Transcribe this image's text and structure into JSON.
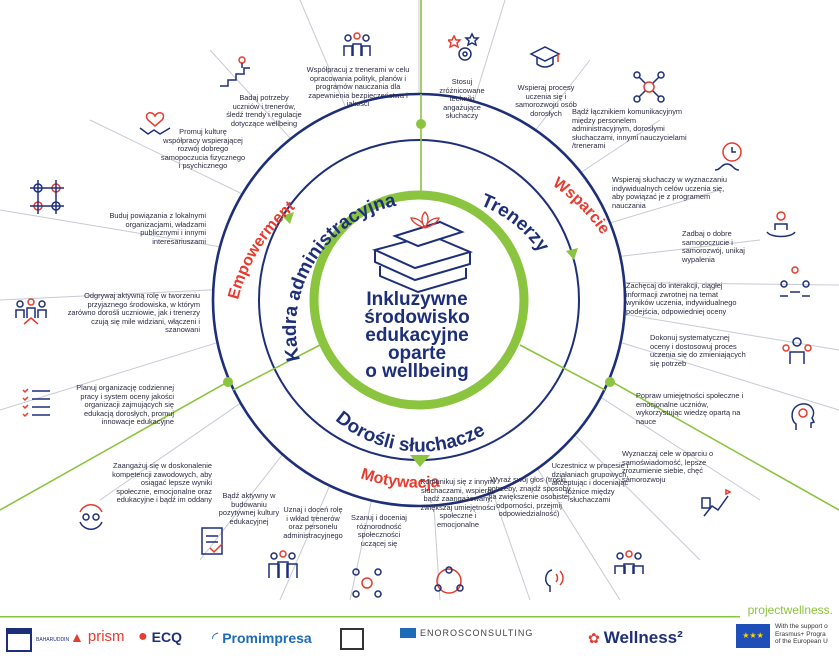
{
  "center": {
    "lines": [
      "Inkluzywne",
      "środowisko",
      "edukacyjne",
      "oparte",
      "o wellbeing"
    ]
  },
  "ring_inner": {
    "kadra": "Kadra administracyjna",
    "trenerzy": "Trenerzy",
    "dorosli": "Dorośli słuchacze"
  },
  "ring_outer": {
    "empowerment": "Empowerment",
    "wsparcie": "Wsparcie",
    "motywacja": "Motywacja"
  },
  "segments": [
    {
      "id": "s1",
      "text": "Współpracuj z trenerami w celu opracowania polityk, planów i programów nauczania dla zapewnienia bezpieczeństwa i jakości",
      "icon": "people-chart-icon"
    },
    {
      "id": "s2",
      "text": "Stosuj zróżnicowane techniki angażujące słuchaczy",
      "icon": "stars-gear-icon"
    },
    {
      "id": "s3",
      "text": "Wspieraj procesy uczenia się i samorozwoju osób dorosłych",
      "icon": "graduation-cap-icon"
    },
    {
      "id": "s4",
      "text": "Bądź łącznikiem komunikacyjnym między personelem administracyjnym, dorosłymi słuchaczami, innymi nauczycielami /trenerami",
      "icon": "network-gear-icon"
    },
    {
      "id": "s5",
      "text": "Wspieraj słuchaczy w wyznaczaniu indywidualnych celów uczenia się, aby powiązać je z programem nauczania",
      "icon": "clock-path-icon"
    },
    {
      "id": "s6",
      "text": "Zadbaj o dobre samopoczucie i samorozwój, unikaj wypalenia",
      "icon": "person-care-icon"
    },
    {
      "id": "s7",
      "text": "Zachęcaj do interakcji, ciągłej informacji zwrotnej na temat wyników uczenia, indywidualnego podejścia, odpowiedniej oceny",
      "icon": "interaction-people-icon"
    },
    {
      "id": "s8",
      "text": "Dokonuj systematycznej oceny i dostosowuj proces uczenia się do zmieniających się potrzeb",
      "icon": "assessment-people-icon"
    },
    {
      "id": "s9",
      "text": "Popraw umiejętności społeczne i emocjonalne uczniów, wykorzystując wiedzę opartą na nauce",
      "icon": "head-brain-icon"
    },
    {
      "id": "s10",
      "text": "Wyznaczaj cele w oparciu o samoświadomość, lepsze zrozumienie siebie, chęć samorozwoju",
      "icon": "goal-climb-icon"
    },
    {
      "id": "s11",
      "text": "Uczestnicz w procesie i działaniach grupowych, akceptując i doceniając różnice między słuchaczami",
      "icon": "group-activity-icon"
    },
    {
      "id": "s12",
      "text": "Wyraź swój głos (troski, potrzeby, znajdź sposoby na zwiększenie osobistej odporności, przejmij odpowiedzialność)",
      "icon": "voice-icon"
    },
    {
      "id": "s13",
      "text": "Komunikuj się z innymi słuchaczami, wspieraj, bądź zaangażowany, zwiększaj umiejętności społeczne i emocjonalne",
      "icon": "communication-circle-icon"
    },
    {
      "id": "s14",
      "text": "Szanuj i doceniaj różnorodność społeczności uczącej się",
      "icon": "diversity-network-icon"
    },
    {
      "id": "s15",
      "text": "Uznaj i doceń rolę i wkład trenerów oraz personelu administracyjnego",
      "icon": "staff-recognition-icon"
    },
    {
      "id": "s16",
      "text": "Bądź aktywny w budowaniu pozytywnej kultury edukacyjnej",
      "icon": "document-check-icon"
    },
    {
      "id": "s17",
      "text": "Zaangażuj się w doskonalenie kompetencji zawodowych, aby osiągać lepsze wyniki społeczne, emocjonalne oraz edukacyjne i bądź im oddany",
      "icon": "cycle-people-icon"
    },
    {
      "id": "s18",
      "text": "Planuj organizację codziennej pracy i system oceny jakości organizacji zajmujących się edukacją dorosłych, promuj innowacje edukacyjne",
      "icon": "checklist-icon"
    },
    {
      "id": "s19",
      "text": "Odgrywaj aktywną rolę w tworzeniu przyjaznego środowiska, w którym zarówno dorośli uczniowie, jak i trenerzy czują się mile widziani, włączeni i szanowani",
      "icon": "team-icon"
    },
    {
      "id": "s20",
      "text": "Buduj powiązania z lokalnymi organizacjami, władzami publicznymi i innymi interesariuszami",
      "icon": "connections-icon"
    },
    {
      "id": "s21",
      "text": "Promuj kulturę współpracy wspierającej rozwój dobrego samopoczucia fizycznego i psychicznego",
      "icon": "handshake-heart-icon"
    },
    {
      "id": "s22",
      "text": "Badaj potrzeby uczniów i trenerów, śledź trendy i regulacje dotyczące wellbeing",
      "icon": "stairs-climb-icon"
    }
  ],
  "footer": {
    "url": "projectwellness.",
    "logos": [
      "BAHARUDDIN",
      "prism",
      "ECQ",
      "Promimpresa",
      "ENOROSCONSULTING",
      "Wellness²"
    ],
    "eu_text": [
      "With the support o",
      "Erasmus+ Progra",
      "of the European U"
    ]
  },
  "colors": {
    "navy": "#1e2f7a",
    "green": "#8bc53f",
    "red": "#e63b2e",
    "ray": "#c9c9d4"
  }
}
